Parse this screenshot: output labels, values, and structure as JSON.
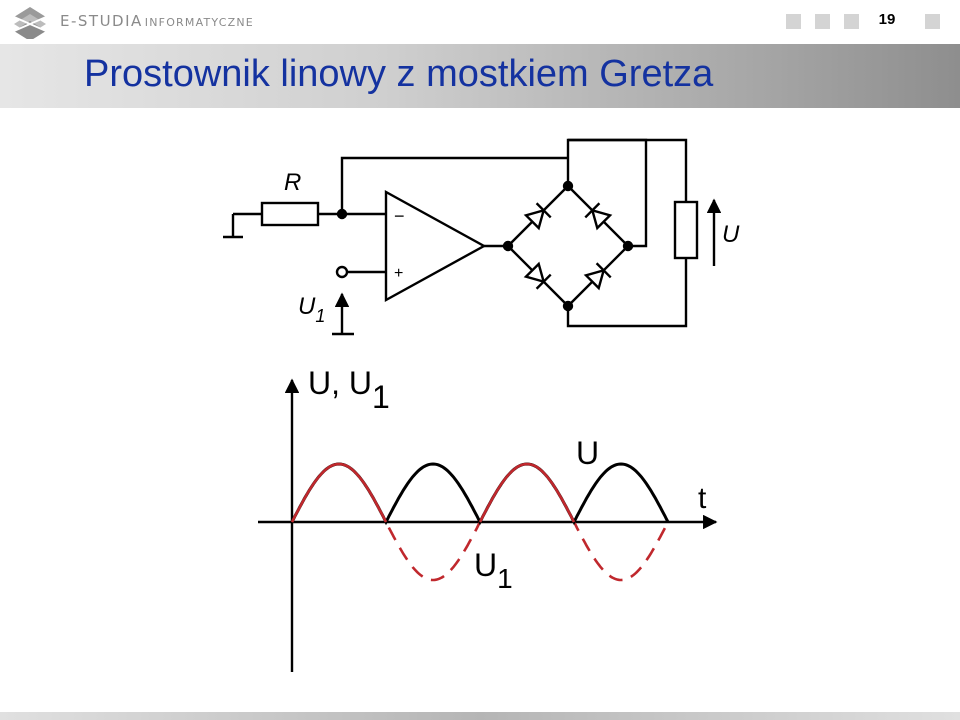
{
  "header": {
    "brand_main": "E-STUDIA",
    "brand_sub": "INFORMATYCZNE",
    "page_number": "19",
    "logo_icon": "e-studia-logo-icon"
  },
  "slide": {
    "title": "Prostownik linowy z mostkiem Gretza"
  },
  "circuit": {
    "resistor_label": "R",
    "input_voltage_label": "U",
    "input_voltage_sub": "1",
    "output_voltage_label": "U",
    "inverting_sign": "−",
    "noninverting_sign": "+"
  },
  "plot": {
    "axis_label_main": "U, U",
    "axis_label_sub": "1",
    "time_label": "t",
    "output_curve_label": "U",
    "input_curve_label": "U",
    "input_curve_sub": "1",
    "output_color": "#000000",
    "input_color": "#c0282d"
  }
}
